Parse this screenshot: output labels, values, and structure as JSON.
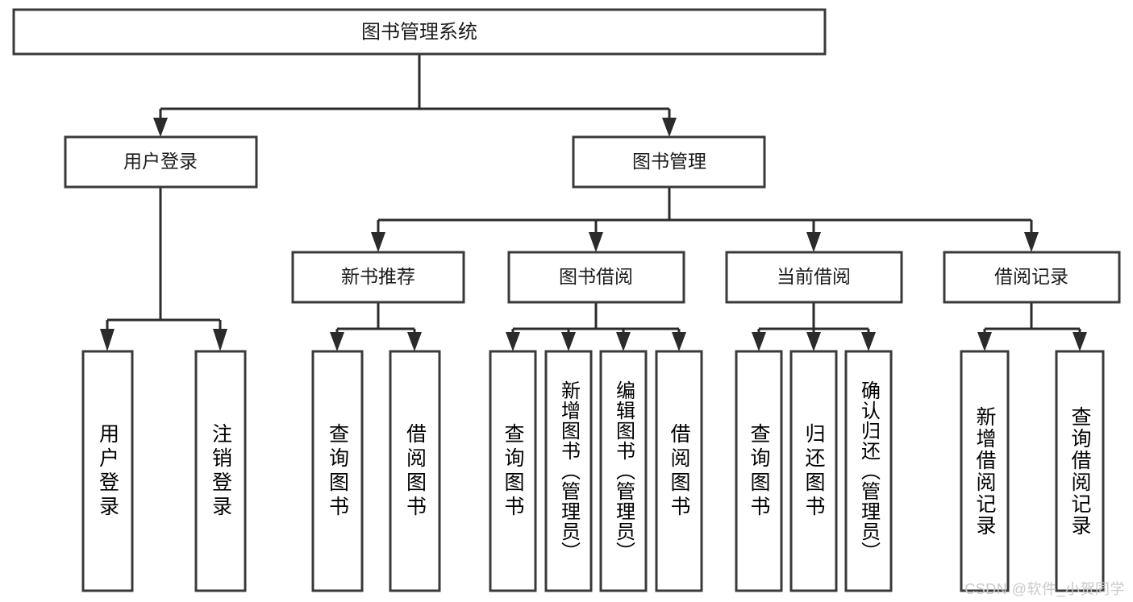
{
  "diagram": {
    "title": "图书管理系统",
    "type": "tree",
    "orientation": "top-down",
    "colors": {
      "box_stroke": "#3a3a3a",
      "box_fill": "#ffffff",
      "connector": "#2b2b2b",
      "text": "#1a1a1a",
      "watermark": "#c9c9c9"
    },
    "root": {
      "label": "图书管理系统"
    },
    "level2": [
      {
        "label": "用户登录"
      },
      {
        "label": "图书管理"
      }
    ],
    "level3": [
      {
        "label": "新书推荐"
      },
      {
        "label": "图书借阅"
      },
      {
        "label": "当前借阅"
      },
      {
        "label": "借阅记录"
      }
    ],
    "leaves": {
      "user_login": [
        {
          "label": "用户登录"
        },
        {
          "label": "注销登录"
        }
      ],
      "new_book_recommend": [
        {
          "label": "查询图书"
        },
        {
          "label": "借阅图书"
        }
      ],
      "book_borrow": [
        {
          "label": "查询图书"
        },
        {
          "label": "新增图书（管理员）"
        },
        {
          "label": "编辑图书（管理员）"
        },
        {
          "label": "借阅图书"
        }
      ],
      "current_borrow": [
        {
          "label": "查询图书"
        },
        {
          "label": "归还图书"
        },
        {
          "label": "确认归还（管理员）"
        }
      ],
      "borrow_record": [
        {
          "label": "新增借阅记录"
        },
        {
          "label": "查询借阅记录"
        }
      ]
    }
  },
  "watermark": {
    "text": "CSDN @软件_小贺同学"
  }
}
